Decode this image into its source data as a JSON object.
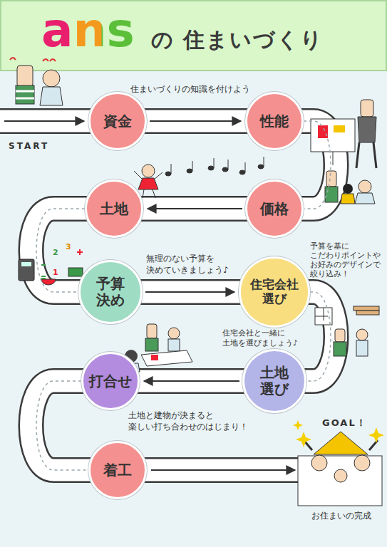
{
  "diagram": {
    "title": "の 住まいづくり",
    "nodes": [
      {
        "text": [
          "資金"
        ]
      },
      {
        "text": [
          "性能"
        ]
      },
      {
        "text": [
          "価格"
        ]
      },
      {
        "text": [
          "土地"
        ]
      },
      {
        "text": [
          "予算 決め"
        ]
      },
      {
        "text": [
          "住宅会社 選び"
        ]
      },
      {
        "text": [
          "土地 選び"
        ]
      },
      {
        "text": [
          "打合せ"
        ]
      },
      {
        "text": [
          "着工"
        ]
      }
    ],
    "edges": [
      {
        "from": 0,
        "to": 1,
        "arrow": "to"
      },
      {
        "from": 1,
        "to": 2,
        "arrow": "none"
      },
      {
        "from": 2,
        "to": 3,
        "arrow": "to"
      },
      {
        "from": 3,
        "to": 4,
        "arrow": "none"
      },
      {
        "from": 4,
        "to": 5,
        "arrow": "to"
      },
      {
        "from": 5,
        "to": 6,
        "arrow": "none"
      },
      {
        "from": 6,
        "to": 7,
        "arrow": "to"
      },
      {
        "from": 7,
        "to": 8,
        "arrow": "none"
      }
    ],
    "labels": [
      "ans",
      "住まいづくりの知識を付けよう",
      "START",
      "無理のない予算を 決めていきましょう♪",
      "予算を基に こだわりポイントや お好みのデザインで 絞り込み！",
      "住宅会社と一緒に 土地を選びましょう♪",
      "土地と建物が決まると 楽しい打ち合わせのはじまり！",
      "GOAL！",
      "お住まいの完成",
      "2",
      "3",
      "1"
    ]
  }
}
